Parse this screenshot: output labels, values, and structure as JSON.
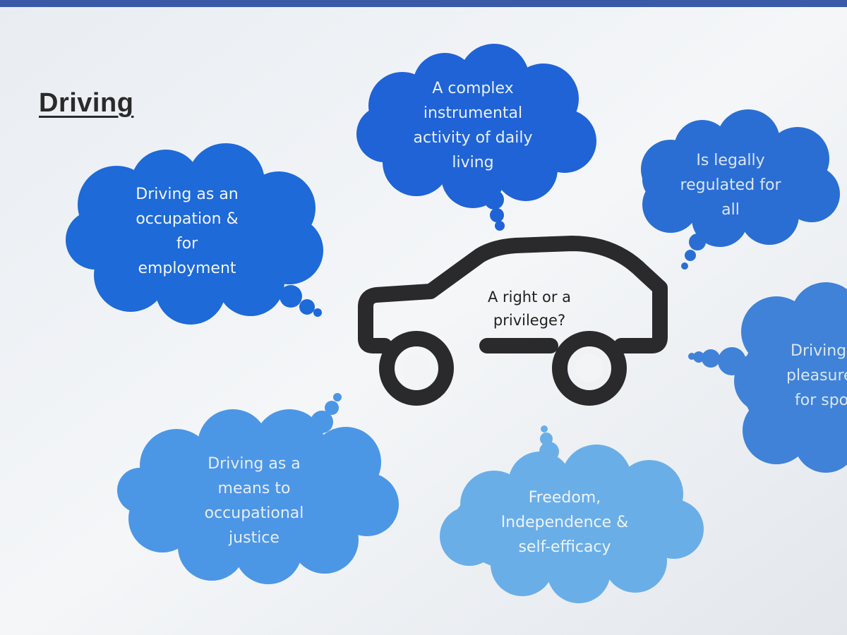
{
  "slide": {
    "title": "Driving",
    "center": {
      "lines": [
        "A right or a",
        "privilege?"
      ]
    },
    "bubbles": {
      "complex": {
        "lines": [
          "A complex",
          "instrumental",
          "activity of daily",
          "living"
        ],
        "color": "#1f63d6"
      },
      "legal": {
        "lines": [
          "Is legally",
          "regulated for",
          "all"
        ],
        "color": "#2a6ed4"
      },
      "occupation": {
        "lines": [
          "Driving as an",
          "occupation &",
          "for",
          "employment"
        ],
        "color": "#1d6ad8"
      },
      "pleasure": {
        "lines": [
          "Driving",
          "pleasure",
          "for spo"
        ],
        "color": "#3f82d8"
      },
      "justice": {
        "lines": [
          "Driving as a",
          "means to",
          "occupational",
          "justice"
        ],
        "color": "#4c96e6"
      },
      "freedom": {
        "lines": [
          "Freedom,",
          "Independence &",
          "self-efficacy"
        ],
        "color": "#6aaee8"
      }
    },
    "icons": {
      "car": "car-icon"
    }
  }
}
